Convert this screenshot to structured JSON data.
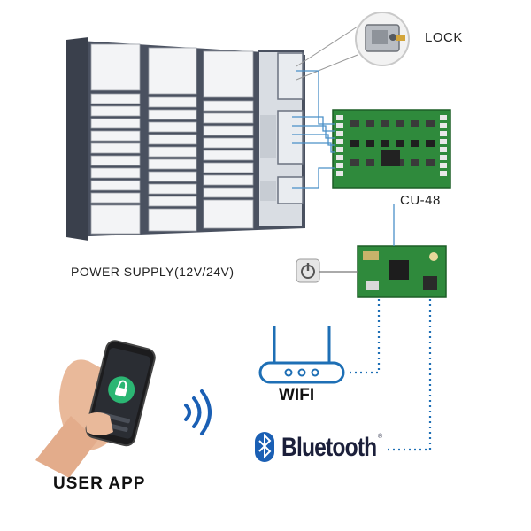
{
  "labels": {
    "lock": "LOCK",
    "controller": "CU-48",
    "power_supply": "POWER SUPPLY(12V/24V)",
    "wifi": "WIFI",
    "bluetooth": "Bluetooth",
    "registered_mark": "®",
    "user_app": "USER APP"
  },
  "colors": {
    "cabinet_frame": "#4a5160",
    "cabinet_door": "#f3f4f6",
    "pcb_green": "#2f8a3c",
    "wifi_blue": "#1e6fb5",
    "bluetooth_blue": "#1a5fb4",
    "app_green": "#2bb673",
    "link_dotted": "#1e6fb5"
  },
  "icons": [
    "lock-icon",
    "power-icon",
    "wifi-router-icon",
    "bluetooth-icon",
    "signal-waves-icon",
    "phone-icon"
  ]
}
